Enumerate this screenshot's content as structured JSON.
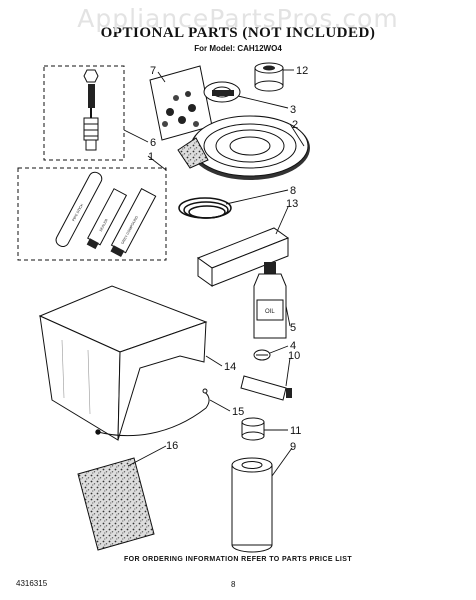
{
  "watermark": "AppliancePartsPros.com",
  "title": "OPTIONAL PARTS (NOT INCLUDED)",
  "model_line": "For Model: CAH12WO4",
  "footer_note": "FOR ORDERING INFORMATION REFER TO PARTS PRICE LIST",
  "doc_number": "4316315",
  "page_number": "8",
  "labels": [
    "7",
    "12",
    "3",
    "2",
    "6",
    "1",
    "8",
    "13",
    "5",
    "4",
    "10",
    "14",
    "15",
    "11",
    "9",
    "16"
  ],
  "tube_labels": {
    "left": "PIPE STICK",
    "middle": "SEALER",
    "right": "GREY COMPOUND"
  },
  "bottle_label": "OIL"
}
